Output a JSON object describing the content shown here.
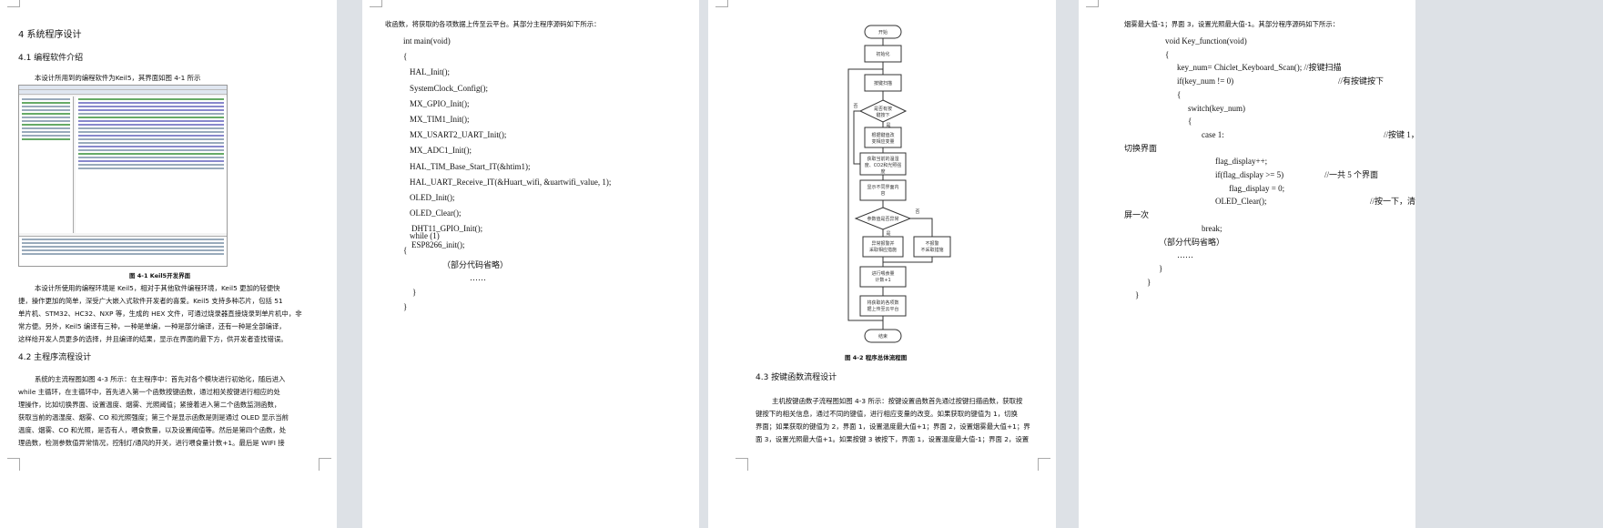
{
  "page1": {
    "chapter": "4 系统程序设计",
    "sec41": "4.1  编程软件介绍",
    "intro": "本设计所用到的编程软件为Keil5，其界面如图 4-1 所示",
    "fig1_caption": "图 4-1 Keil5开发界面",
    "para1": [
      "本设计所使用的编程环境是 Keil5，相对于其他软件编程环境，Keil5 更加的轻便快",
      "捷，操作更加的简单，深受广大嵌入式软件开发者的喜爱。Keil5 支持多种芯片，包括 51",
      "单片机、STM32、HC32、NXP 等，生成的 HEX 文件，可通过烧录器直接烧录到单片机中，非",
      "常方便。另外，Keil5 编译有三种，一种是单编，一种是部分编译，还有一种是全部编译，",
      "这样给开发人员更多的选择，并且编译的结果，显示在界面的最下方，供开发者查找错误。"
    ],
    "sec42": "4.2  主程序流程设计",
    "para2": [
      "系统的主流程图如图 4-3 所示：在主程序中：首先对各个模块进行初始化，随后进入",
      "while 主循环，在主循环中，首先进入第一个函数按键函数，通过相关按键进行相应的处",
      "理操作，比如切换界面、设置温度、烟雾、光照阈值；紧接着进入第二个函数监测函数，",
      "获取当前的温湿度、烟雾、CO 和光照强度；第三个是显示函数是则是通过 OLED 显示当前",
      "温度、烟雾、CO 和光照，是否有人，喂食数量，以及设置阈值等。然后是第四个函数，处",
      "理函数，检测参数值异常情况，控制灯/通风的开关，进行喂食量计数+1。最后是 WIFI 接"
    ]
  },
  "page2": {
    "lead": "收函数，将获取的各项数据上传至云平台。其部分主程序源码如下所示：",
    "code": [
      "int main(void)",
      "{",
      "HAL_Init();",
      "SystemClock_Config();",
      "MX_GPIO_Init();",
      "MX_TIM1_Init();",
      "MX_USART2_UART_Init();",
      "MX_ADC1_Init();",
      "HAL_TIM_Base_Start_IT(&htim1);",
      "HAL_UART_Receive_IT(&Huart_wifi, &uartwifi_value, 1);",
      "OLED_Init();",
      "OLED_Clear();",
      "DHT11_GPIO_Init();",
      "ESP8266_init();",
      "while (1)",
      "{",
      "（部分代码省略）",
      "……",
      "}",
      "}"
    ]
  },
  "page3": {
    "flow": {
      "start": "开始",
      "init": "初始化",
      "scan": "按键扫描",
      "key_q": [
        "是否有按",
        "键按下"
      ],
      "no": "否",
      "yes": "是",
      "change": [
        "根据键值改",
        "变相应变量"
      ],
      "fetch": [
        "获取当前的温湿",
        "度、CO2和光照强",
        "度"
      ],
      "display": [
        "显示不同界面内",
        "容"
      ],
      "abn_q": "参数值是否异常",
      "alarm": [
        "异常报警并",
        "采取相应措施"
      ],
      "noalarm": [
        "不报警",
        "不采取措施"
      ],
      "count": [
        "进行喂食量",
        "计数+1"
      ],
      "upload": [
        "将获取的各项数",
        "据上传至云平台"
      ],
      "end": "结束"
    },
    "fig2_caption": "图 4-2   程序总体流程图",
    "sec43": "4.3  按键函数流程设计",
    "para": [
      "主机按键函数子流程图如图 4-3 所示：按键设置函数首先通过按键扫描函数，获取按",
      "键按下的相关信息，通过不同的键值，进行相应变量的改变。如果获取的键值为 1，切换",
      "界面；如果获取的键值为 2，界面 1，设置温度最大值+1；界面 2，设置烟雾最大值+1；界",
      "面 3，设置光照最大值+1。如果按键 3 被按下，界面 1，设置温度最大值-1；界面 2，设置"
    ]
  },
  "page4": {
    "lead": "烟雾最大值-1；界面 3，设置光照最大值-1。其部分程序源码如下所示：",
    "code": [
      "void Key_function(void)",
      "{",
      "key_num= Chiclet_Keyboard_Scan(); //按键扫描",
      "if(key_num != 0)",
      "//有按键按下",
      "{",
      "switch(key_num)",
      "{",
      "case 1:",
      "//按键 1，",
      "切换界面",
      "flag_display++;",
      "if(flag_display >= 5)",
      "//一共 5 个界面",
      "flag_display = 0;",
      "OLED_Clear();",
      "//按一下，清",
      "屏一次",
      "break;",
      "（部分代码省略）",
      "……",
      "}",
      "}",
      "}"
    ]
  }
}
